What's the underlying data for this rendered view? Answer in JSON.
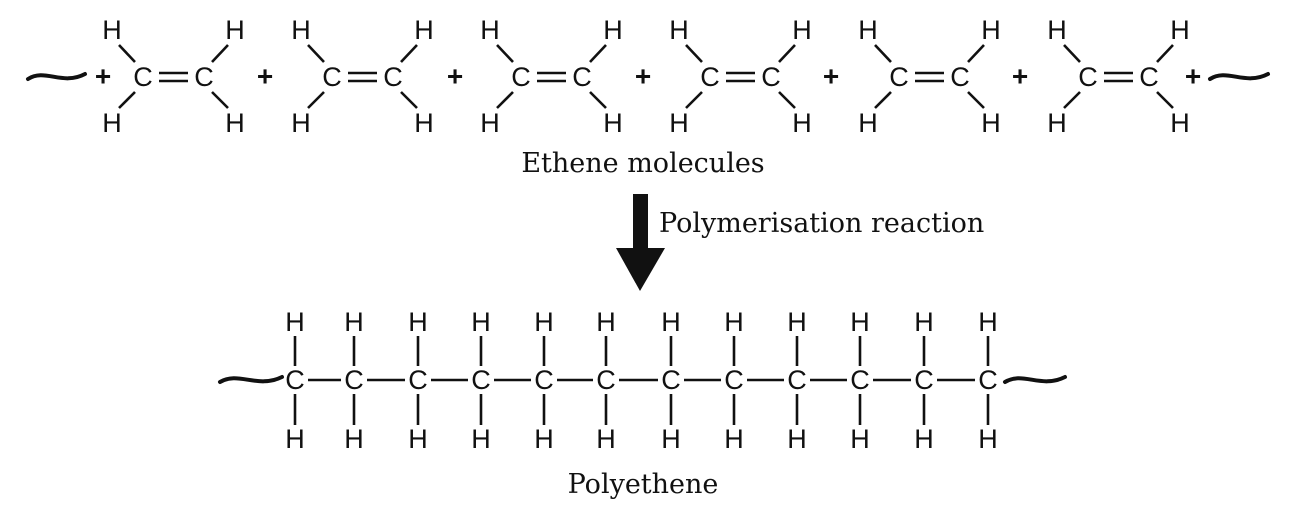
{
  "atoms": {
    "carbon": "C",
    "hydrogen": "H",
    "plus": "+"
  },
  "reactant": {
    "caption": "Ethene molecules",
    "molecule_count": 6
  },
  "reaction": {
    "label": "Polymerisation reaction",
    "arrow_direction": "down"
  },
  "product": {
    "caption": "Polyethene",
    "carbon_count": 12
  }
}
